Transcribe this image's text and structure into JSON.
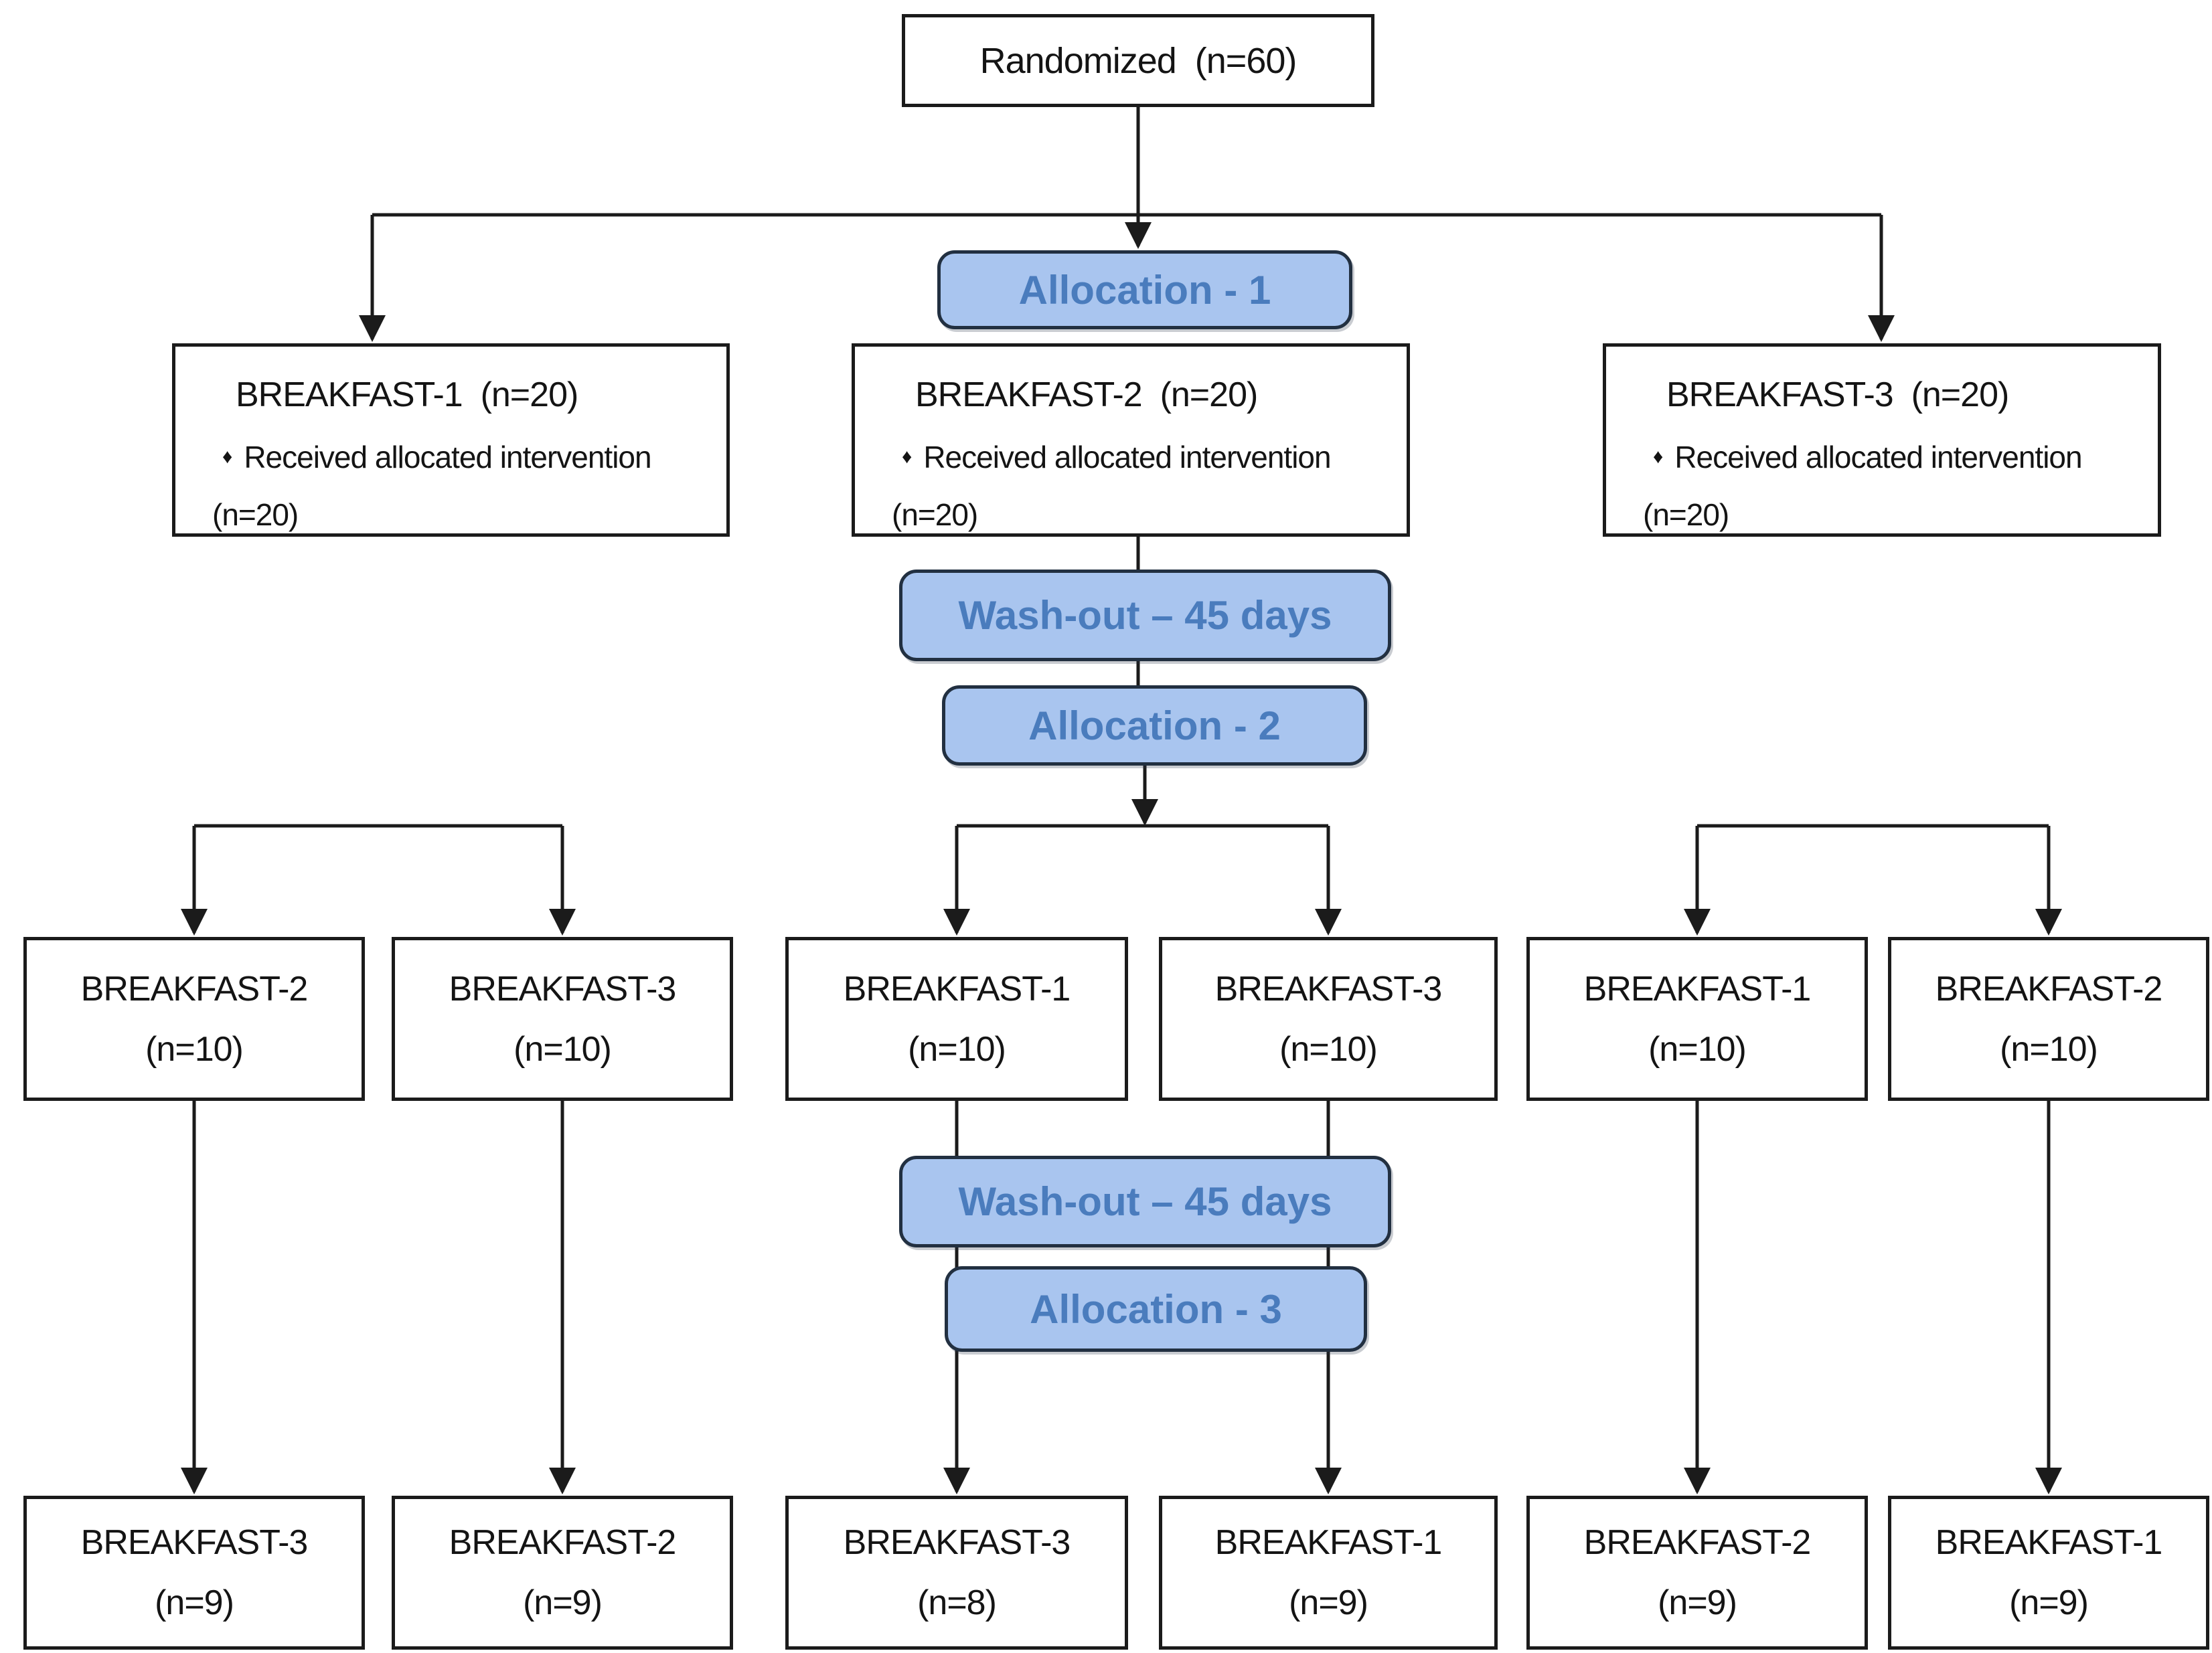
{
  "root": {
    "title": "Randomized  (n=60)"
  },
  "pills": {
    "allocation1": "Allocation - 1",
    "washout1": "Wash-out – 45 days",
    "allocation2": "Allocation - 2",
    "washout2": "Wash-out – 45 days",
    "allocation3": "Allocation - 3"
  },
  "arms": [
    {
      "title": "BREAKFAST-1  (n=20)",
      "bullet": "♦",
      "line": "Received allocated intervention",
      "n": "(n=20)"
    },
    {
      "title": "BREAKFAST-2  (n=20)",
      "bullet": "♦",
      "line": "Received allocated intervention",
      "n": "(n=20)"
    },
    {
      "title": "BREAKFAST-3  (n=20)",
      "bullet": "♦",
      "line": "Received allocated intervention",
      "n": "(n=20)"
    }
  ],
  "period2": [
    {
      "name": "BREAKFAST-2",
      "n": "(n=10)"
    },
    {
      "name": "BREAKFAST-3",
      "n": "(n=10)"
    },
    {
      "name": "BREAKFAST-1",
      "n": "(n=10)"
    },
    {
      "name": "BREAKFAST-3",
      "n": "(n=10)"
    },
    {
      "name": "BREAKFAST-1",
      "n": "(n=10)"
    },
    {
      "name": "BREAKFAST-2",
      "n": "(n=10)"
    }
  ],
  "period3": [
    {
      "name": "BREAKFAST-3",
      "n": "(n=9)"
    },
    {
      "name": "BREAKFAST-2",
      "n": "(n=9)"
    },
    {
      "name": "BREAKFAST-3",
      "n": "(n=8)"
    },
    {
      "name": "BREAKFAST-1",
      "n": "(n=9)"
    },
    {
      "name": "BREAKFAST-2",
      "n": "(n=9)"
    },
    {
      "name": "BREAKFAST-1",
      "n": "(n=9)"
    }
  ],
  "colors": {
    "pill_fill": "#a9c5ef",
    "pill_border": "#223041",
    "pill_text": "#4a7cbd",
    "line": "#1b1b1b"
  }
}
